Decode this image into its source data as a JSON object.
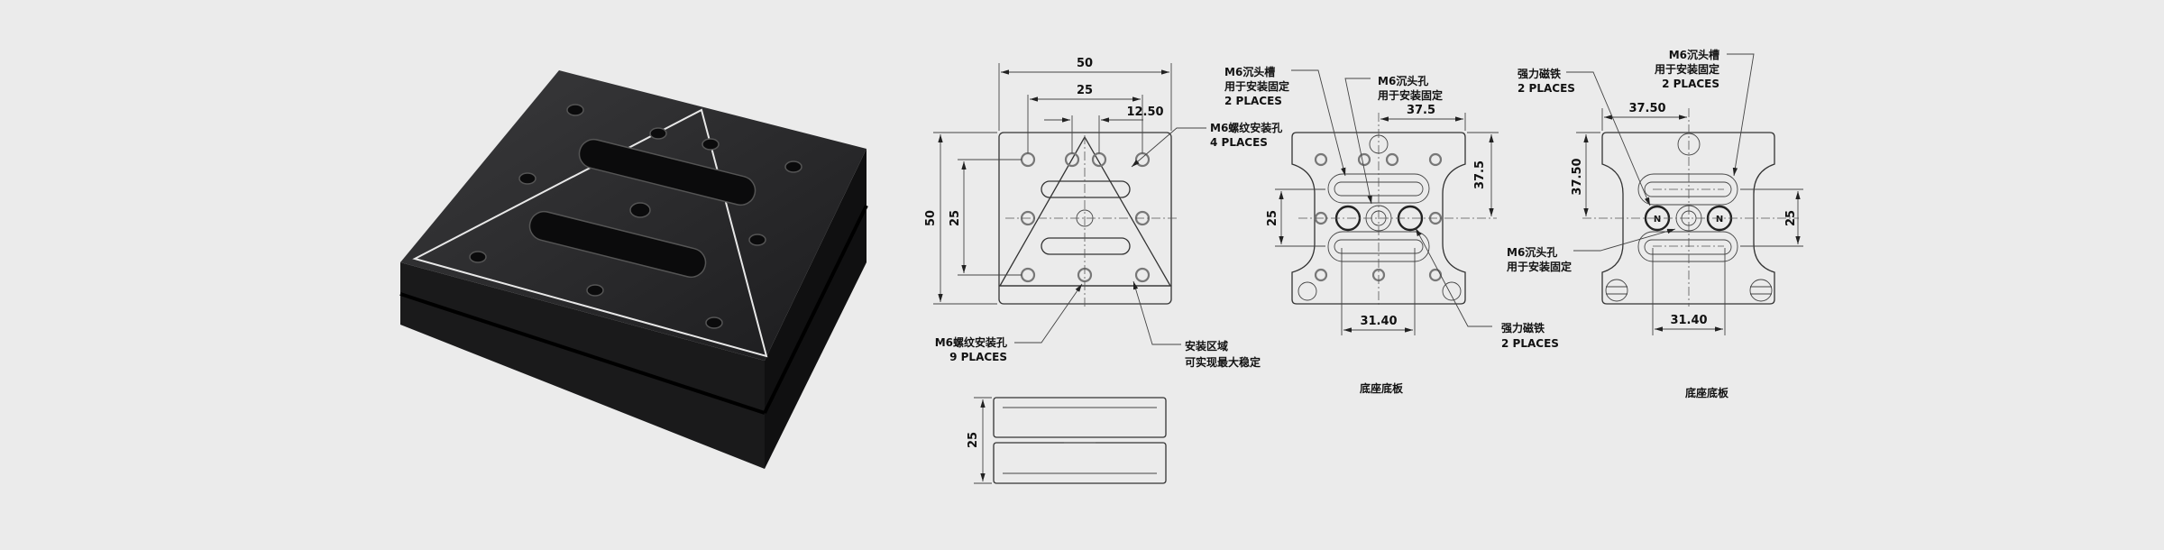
{
  "top_view": {
    "dim_width": "50",
    "dim_hole_span": "25",
    "dim_offset": "12.50",
    "dim_height": "50",
    "dim_row_span": "25",
    "callout_slot": [
      "M6沉头槽",
      "用于安装固定",
      "2 PLACES"
    ],
    "callout_thread_4": [
      "M6螺纹安装孔",
      "4 PLACES"
    ],
    "callout_thread_9": [
      "M6螺纹安装孔",
      "9 PLACES"
    ],
    "callout_area": [
      "安装区域",
      "可实现最大稳定"
    ]
  },
  "side_view": {
    "dim_height": "25"
  },
  "bottom_view_1": {
    "callout_counterbore": [
      "M6沉头孔",
      "用于安装固定"
    ],
    "dim_top": "37.5",
    "dim_right": "37.5",
    "dim_left": "25",
    "dim_bottom": "31.40",
    "callout_magnet": [
      "强力磁铁",
      "2 PLACES"
    ],
    "caption": "底座底板"
  },
  "bottom_view_2": {
    "callout_magnet": [
      "强力磁铁",
      "2 PLACES"
    ],
    "callout_slot": [
      "M6沉头槽",
      "用于安装固定",
      "2 PLACES"
    ],
    "dim_top": "37.50",
    "dim_left": "37.50",
    "dim_right": "25",
    "dim_bottom": "31.40",
    "callout_counterbore": [
      "M6沉头孔",
      "用于安装固定"
    ],
    "magnet_mark": "N",
    "caption": "底座底板"
  }
}
